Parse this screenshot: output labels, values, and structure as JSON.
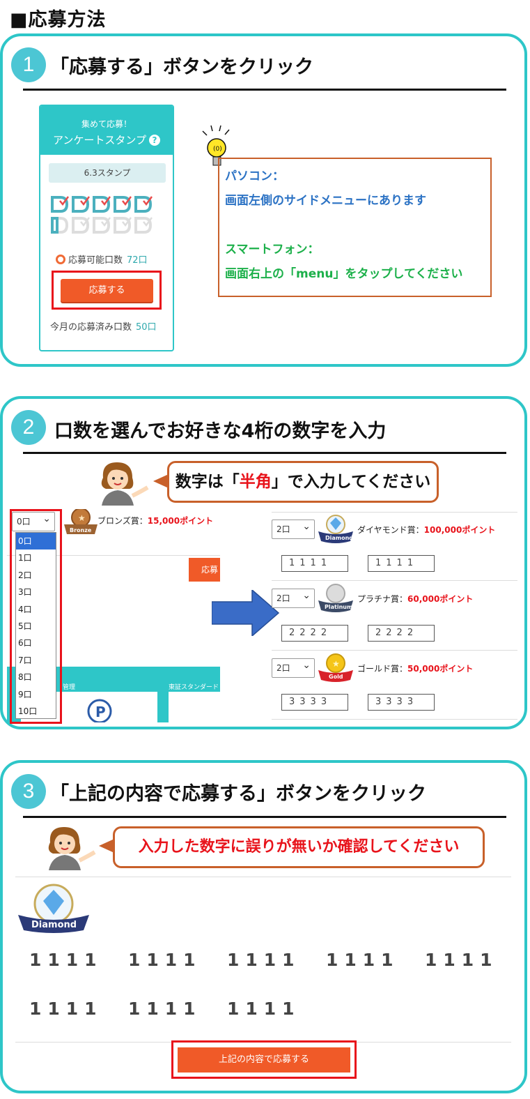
{
  "page_title": "■応募方法",
  "steps": [
    {
      "num": "1",
      "heading": "「応募する」ボタンをクリック"
    },
    {
      "num": "2",
      "heading": "口数を選んでお好きな4桁の数字を入力"
    },
    {
      "num": "3",
      "heading": "「上記の内容で応募する」ボタンをクリック"
    }
  ],
  "widget": {
    "title_small": "集めて応募！",
    "title": "アンケートスタンプ",
    "help": "?",
    "stamp_count": "6.3スタンプ",
    "available_label": "応募可能口数",
    "available_value": "72口",
    "apply_button": "応募する",
    "monthly_label": "今月の応募済み口数",
    "monthly_value": "50口"
  },
  "note": {
    "pc_label": "パソコン：",
    "pc_text": "画面左側のサイドメニューにあります",
    "sp_label": "スマートフォン：",
    "sp_text": "画面右上の「menu」をタップしてください"
  },
  "step2": {
    "bubble_pre": "数字は「",
    "bubble_em": "半角",
    "bubble_post": "」で入力してください",
    "left": {
      "select_value": "0口",
      "prize_name": "ブロンズ賞：",
      "prize_points": "15,000ポイント",
      "badge": "Bronze",
      "partial_button": "応募",
      "options": [
        "0口",
        "1口",
        "2口",
        "3口",
        "4口",
        "5口",
        "6口",
        "7口",
        "8口",
        "9口",
        "10口"
      ],
      "footer_label1": "管理",
      "footer_label2": "東証スタンダード"
    },
    "right": [
      {
        "select": "2口",
        "badge": "Diamond",
        "name": "ダイヤモンド賞：",
        "points": "100,000ポイント",
        "inputs": [
          "1111",
          "1111"
        ]
      },
      {
        "select": "2口",
        "badge": "Platinum",
        "name": "プラチナ賞：",
        "points": "60,000ポイント",
        "inputs": [
          "2222",
          "2222"
        ]
      },
      {
        "select": "2口",
        "badge": "Gold",
        "name": "ゴールド賞：",
        "points": "50,000ポイント",
        "inputs": [
          "3333",
          "3333"
        ]
      }
    ]
  },
  "step3": {
    "bubble": "入力した数字に誤りが無いか確認してください",
    "badge": "Diamond",
    "numbers": [
      "1111",
      "1111",
      "1111",
      "1111",
      "1111",
      "1111",
      "1111",
      "1111"
    ],
    "final_button": "上記の内容で応募する"
  },
  "colors": {
    "teal": "#2ec6c8",
    "orange": "#f05a28",
    "red": "#e8131b",
    "blue": "#2b72c4",
    "green": "#1cb04a"
  }
}
